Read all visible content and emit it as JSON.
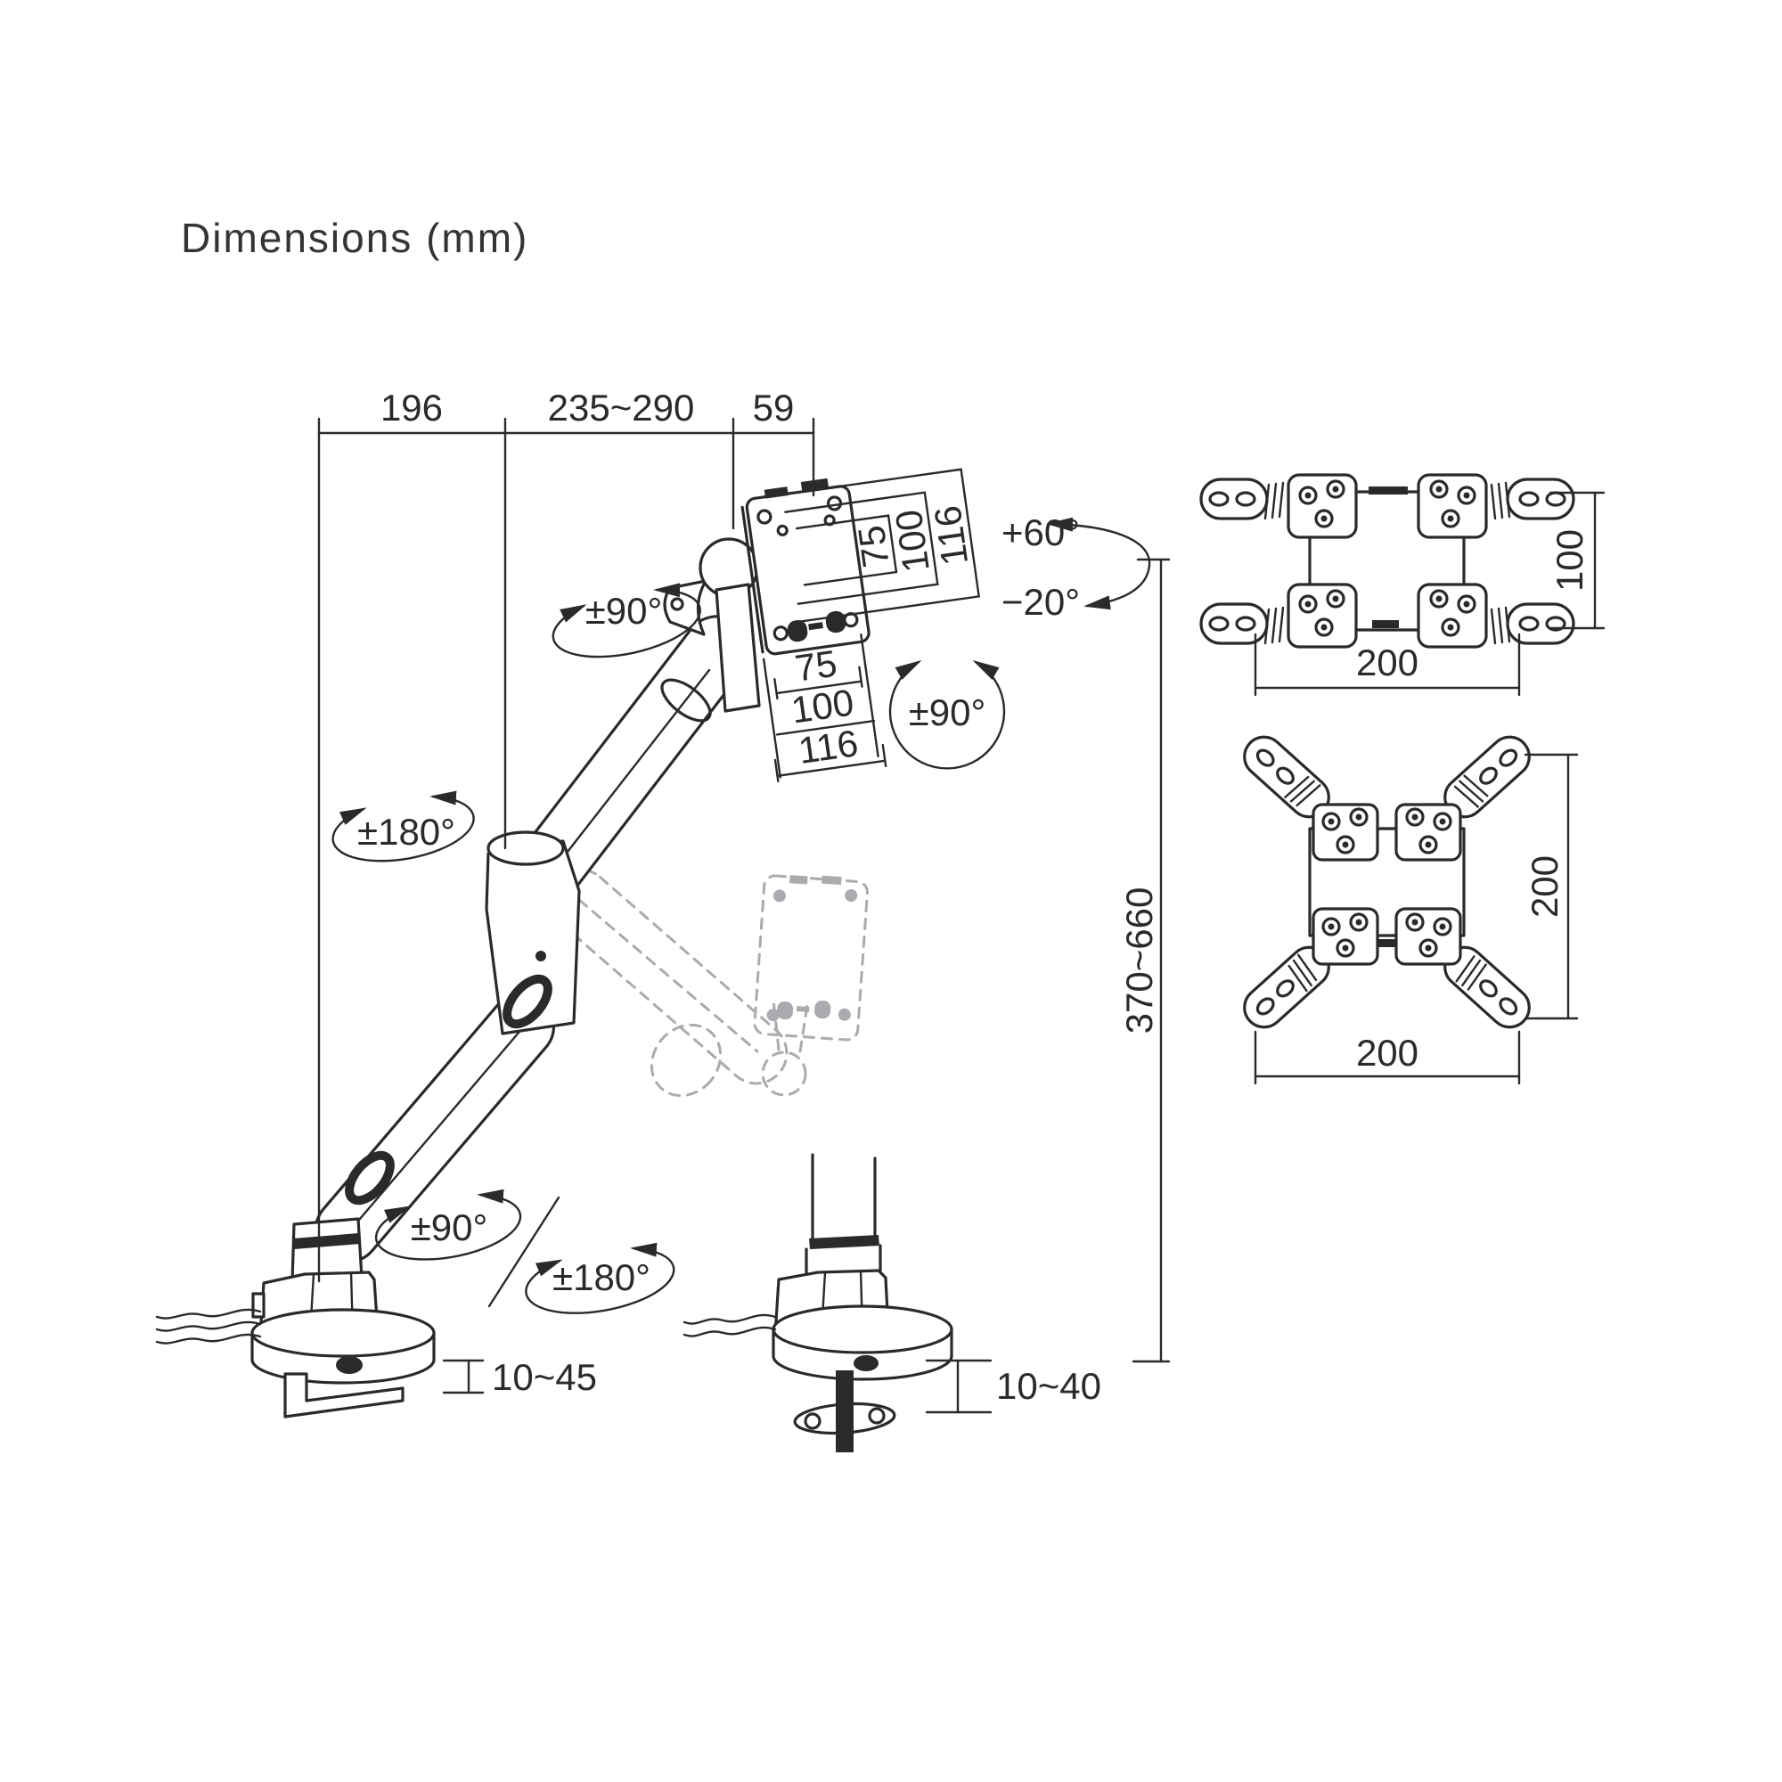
{
  "title": "Dimensions (mm)",
  "colors": {
    "line": "#2b2a29",
    "ghost": "#a9abae",
    "background": "#ffffff"
  },
  "arm_view": {
    "top_dims": {
      "base_to_elbow": "196",
      "elbow_to_head": "235~290",
      "head_offset": "59"
    },
    "height_range": "370~660",
    "vesa_side_dims": {
      "d75": "75",
      "d100": "100",
      "d116": "116"
    },
    "vesa_bottom_dims": {
      "d75": "75",
      "d100": "100",
      "d116": "116"
    },
    "angles": {
      "head_swivel": "±90°",
      "tilt_up": "+60°",
      "tilt_down": "−20°",
      "screen_rotation": "±90°",
      "arm_swivel": "±180°",
      "base_swivel": "±90°",
      "base_rotation": "±180°"
    },
    "clamp_desk_thickness": "10~45",
    "grommet_desk_thickness": "10~40"
  },
  "adapter_views": {
    "horizontal": {
      "height": "100",
      "width": "200"
    },
    "cross": {
      "height": "200",
      "width": "200"
    }
  }
}
